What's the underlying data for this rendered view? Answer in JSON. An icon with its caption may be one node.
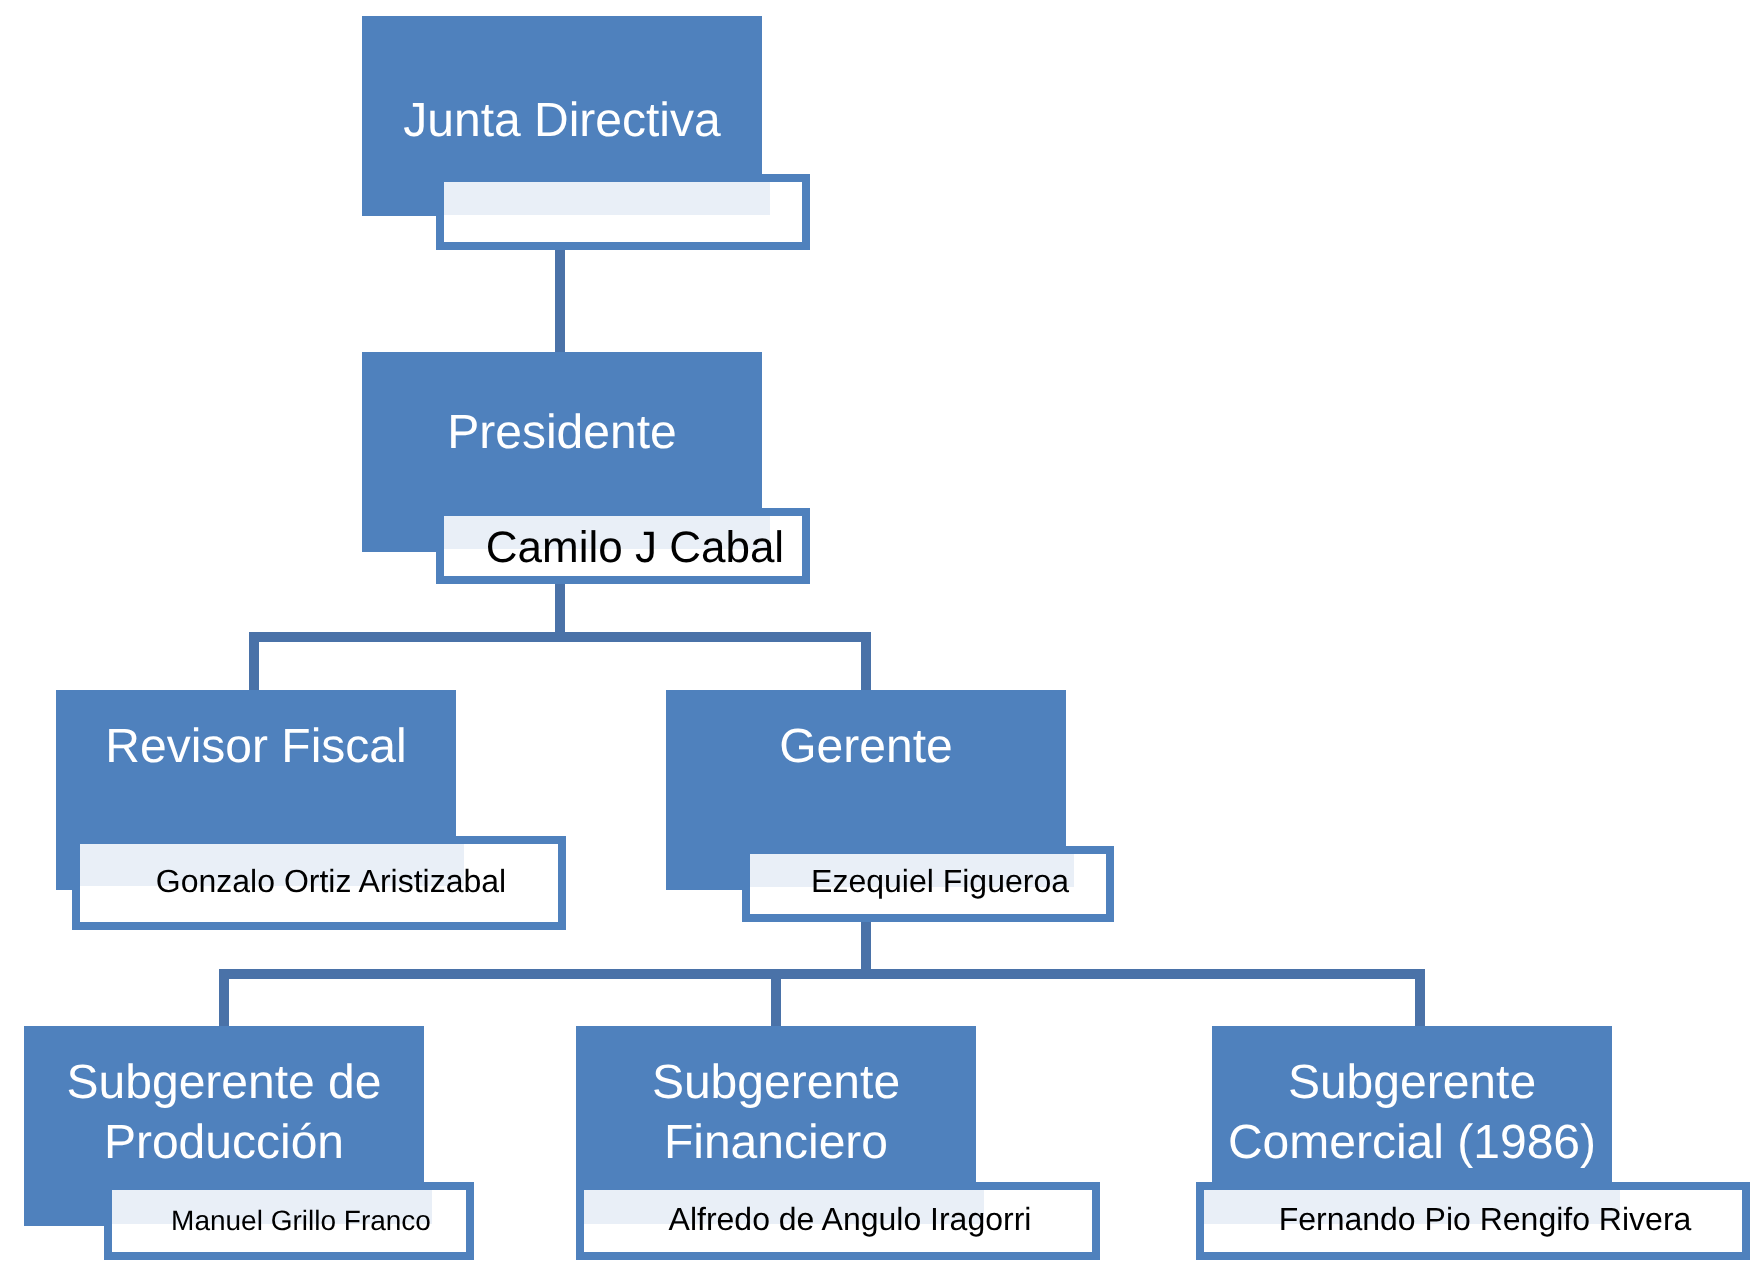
{
  "diagram": {
    "nodes": [
      {
        "text": [
          "Junta Directiva"
        ]
      },
      {
        "text": [],
        "shape": "box"
      },
      {
        "text": [
          "Presidente",
          "Camilo J Cabal"
        ]
      },
      {
        "text": [
          "Revisor Fiscal",
          "Gonzalo Ortiz Aristizabal"
        ]
      },
      {
        "text": [
          "Gerente",
          "Ezequiel Figueroa"
        ]
      },
      {
        "text": [
          "Subgerente de Producción",
          "Manuel Grillo Franco"
        ]
      },
      {
        "text": [
          "Subgerente Financiero",
          "Alfredo de Angulo  Iragorri"
        ]
      },
      {
        "text": [
          "Subgerente Comercial (1986)",
          "Fernando Pio Rengifo Rivera"
        ]
      }
    ],
    "edges": [
      {
        "from": 1,
        "to": 2,
        "arrow": "none"
      },
      {
        "from": 2,
        "to": 3,
        "arrow": "none"
      },
      {
        "from": 2,
        "to": 4,
        "arrow": "none"
      },
      {
        "from": 4,
        "to": 5,
        "arrow": "none"
      },
      {
        "from": 4,
        "to": 6,
        "arrow": "none"
      },
      {
        "from": 4,
        "to": 7,
        "arrow": "none"
      }
    ]
  }
}
